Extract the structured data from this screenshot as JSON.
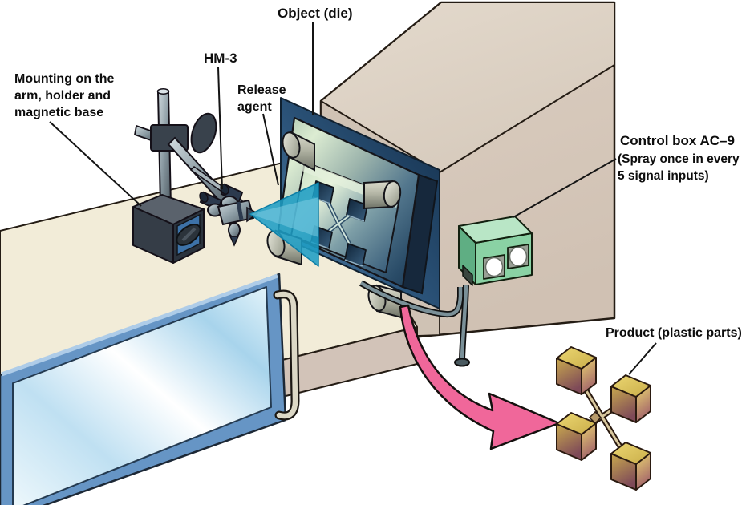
{
  "diagram": {
    "type": "technical-illustration",
    "subject": "Automatic release-agent spray system on injection molding machine",
    "labels": {
      "object_die": "Object (die)",
      "hm3": "HM-3",
      "release_1": "Release",
      "release_2": "agent",
      "mounting_1": "Mounting on the",
      "mounting_2": "arm, holder and",
      "mounting_3": "magnetic base",
      "control_1": "Control box AC–9",
      "control_2": "(Spray once in every",
      "control_3": "5 signal inputs)",
      "product": "Product (plastic parts)"
    },
    "colors": {
      "machine_front_beige": "#d9cbbf",
      "machine_top_beige": "#ded3c6",
      "machine_left_face": "#cfc2b4",
      "platform_cream": "#f2ecd8",
      "platform_front_strip": "#d2c3b8",
      "recess_navy": "#1c3a58",
      "die_mint_highlight": "#dcecd2",
      "die_navy": "#24445f",
      "spray_teal": "#1e9dc4",
      "control_box_green": "#8ad2a4",
      "control_box_top_green": "#b9e6c6",
      "dial_white": "#ffffff",
      "product_gold": "#d9bf55",
      "product_maroon": "#7e4a58",
      "arrow_pink": "#f0679a",
      "door_frame_blue": "#6695c5",
      "glass_blue": "#b8dcee",
      "stand_dark": "#39424c",
      "magnet_panel_blue": "#3d72a8",
      "outline": "#1a1512"
    }
  }
}
